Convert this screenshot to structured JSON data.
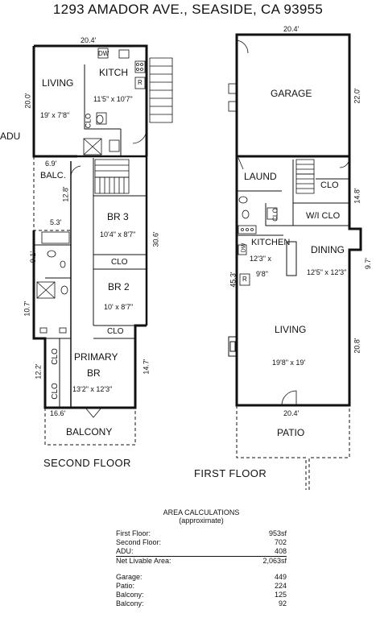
{
  "address": "1293 AMADOR AVE., SEASIDE, CA  93955",
  "second_floor": {
    "label": "SECOND FLOOR",
    "adu_label": "ADU",
    "rooms": {
      "living": {
        "name": "LIVING",
        "size": "19' x 7'8\""
      },
      "kitchen": {
        "name": "KITCH",
        "size": "11'5\" x 10'7\""
      },
      "balcony_adu": {
        "name": "BALC."
      },
      "br3": {
        "name": "BR 3",
        "size": "10'4\" x 8'7\""
      },
      "br2": {
        "name": "BR 2",
        "size": "10' x 8'7\""
      },
      "primary": {
        "name": "PRIMARY",
        "name2": "BR",
        "size": "13'2\" x 12'3\""
      },
      "balcony": {
        "name": "BALCONY"
      }
    },
    "closets": {
      "clo_kitchen": "CLO",
      "clo_br3": "CLO",
      "clo_br2": "CLO",
      "clo_primary_a": "CLO",
      "clo_primary_b": "CLO"
    },
    "fixtures": {
      "dw": "DW",
      "r": "R"
    },
    "dims": {
      "top": "20.4'",
      "left": "20.0'",
      "balc_w": "6.9'",
      "balc_h": "12.8'",
      "balc_w2": "5.3'",
      "right": "30.6'",
      "bath": "9.1'",
      "bath2": "10.7'",
      "primary_l": "12.2'",
      "primary_r": "14.7'",
      "bottom": "16.6'"
    }
  },
  "first_floor": {
    "label": "FIRST FLOOR",
    "rooms": {
      "garage": {
        "name": "GARAGE"
      },
      "laund": {
        "name": "LAUND"
      },
      "wi_clo": {
        "name": "W/I CLO"
      },
      "kitchen": {
        "name": "KITCHEN",
        "size_a": "12'3\" x",
        "size_b": "9'8\""
      },
      "dining": {
        "name": "DINING",
        "size": "12'5\" x 12'3\""
      },
      "living": {
        "name": "LIVING",
        "size": "19'8\" x 19'"
      },
      "patio": {
        "name": "PATIO"
      }
    },
    "closets": {
      "clo": "CLO",
      "clo_small": "CLO"
    },
    "fixtures": {
      "dw": "DW",
      "r": "R"
    },
    "dims": {
      "top": "20.4'",
      "garage_r": "22.0'",
      "laund_r": "14.8'",
      "dining_r": "9.7'",
      "left": "45.3'",
      "living_r": "20.8'",
      "bottom": "20.4'"
    }
  },
  "area_calculations": {
    "title": "AREA CALCULATIONS",
    "subtitle": "(approximate)",
    "rows": [
      {
        "label": "First  Floor:",
        "value": "953sf"
      },
      {
        "label": "Second Floor:",
        "value": "702"
      },
      {
        "label": "ADU:",
        "value": "408"
      },
      {
        "label": "Net Livable Area:",
        "value": "2,063sf"
      }
    ],
    "extra": [
      {
        "label": "Garage:",
        "value": "449"
      },
      {
        "label": "Patio:",
        "value": "224"
      },
      {
        "label": "Balcony:",
        "value": "125"
      },
      {
        "label": "Balcony:",
        "value": "92"
      }
    ]
  }
}
